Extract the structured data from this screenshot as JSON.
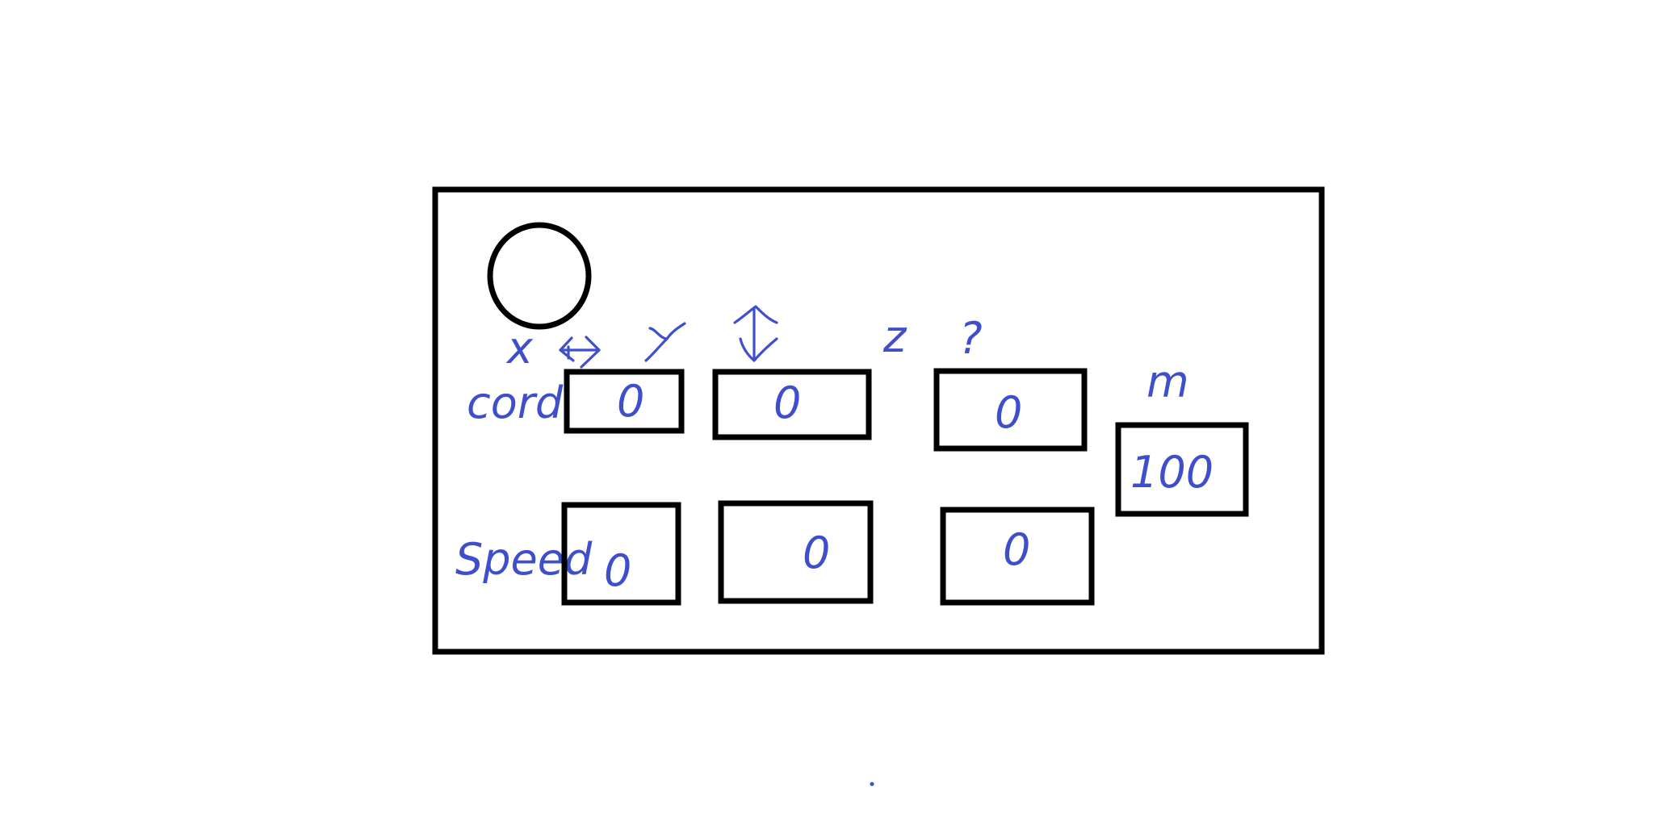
{
  "colors": {
    "ink": "#000000",
    "pen": "#3f4fcc",
    "background": "#ffffff"
  },
  "labels": {
    "x": "x",
    "y": "y",
    "z": "z",
    "z_note": "?",
    "mass": "m",
    "cord": "cord",
    "speed": "Speed"
  },
  "fields": {
    "cord_x": "0",
    "cord_y": "0",
    "cord_z": "0",
    "speed_x": "0",
    "speed_y": "0",
    "speed_z": "0",
    "mass": "100"
  },
  "icons": {
    "x_arrow": "horizontal-double-arrow-icon",
    "y_arrow": "vertical-double-arrow-icon",
    "ball": "circle-icon"
  }
}
